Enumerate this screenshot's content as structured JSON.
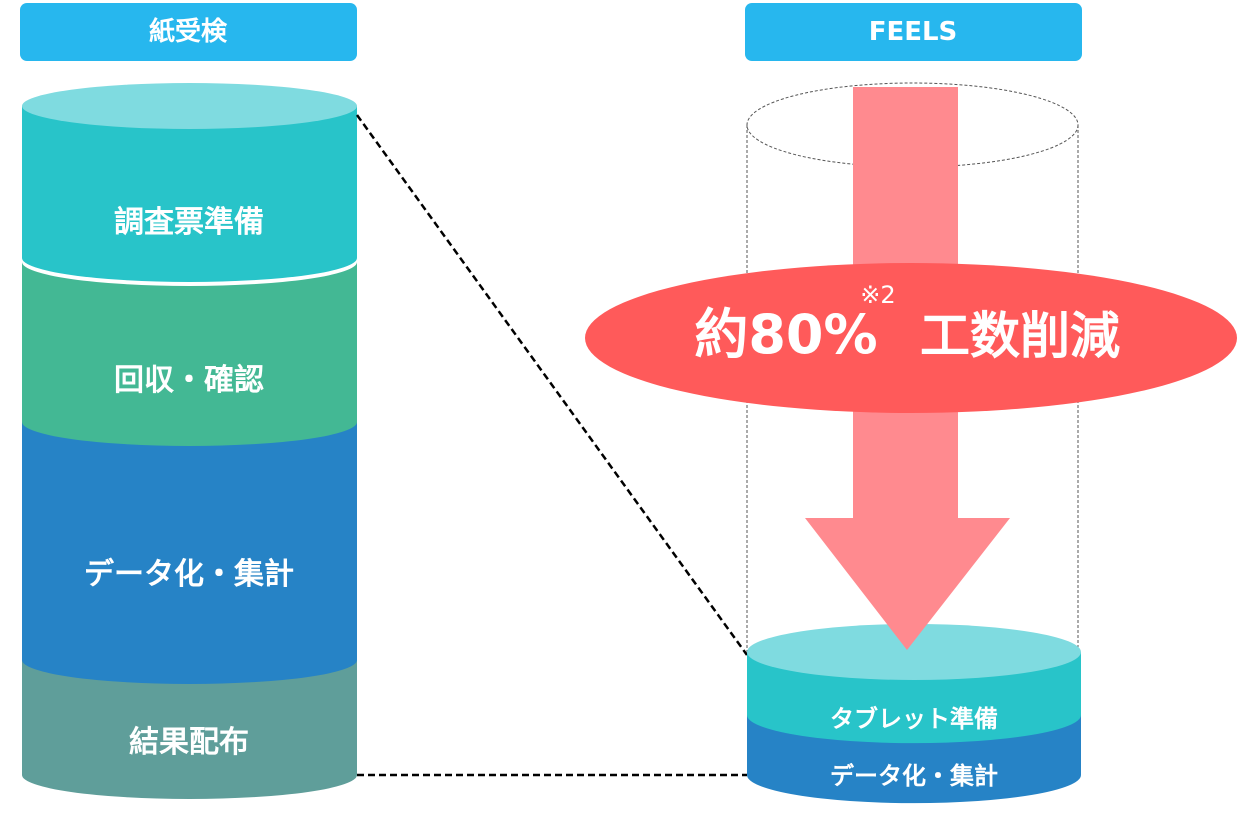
{
  "left": {
    "title": "紙受検",
    "segments": [
      {
        "label": "調査票準備",
        "color": "#28c4c9"
      },
      {
        "label": "回収・確認",
        "color": "#43b894"
      },
      {
        "label": "データ化・集計",
        "color": "#2683c6"
      },
      {
        "label": "結果配布",
        "color": "#5f9e9a"
      }
    ]
  },
  "right": {
    "title": "FEELS",
    "segments": [
      {
        "label": "タブレット準備",
        "color": "#28c4c9"
      },
      {
        "label": "データ化・集計",
        "color": "#2683c6"
      }
    ]
  },
  "reduction": {
    "text": "約80%",
    "note": "※2",
    "suffix": "工数削減",
    "color": "#ff5a5a"
  },
  "colors": {
    "header": "#27b7ee",
    "cap": "#7fdbe0",
    "arrow": "#ff8a8f"
  }
}
